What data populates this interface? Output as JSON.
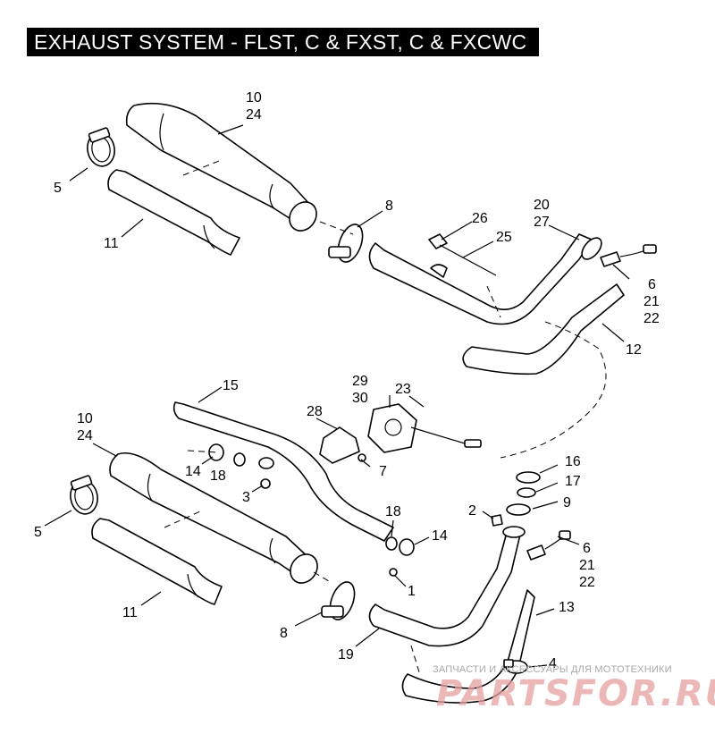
{
  "title": "EXHAUST SYSTEM - FLST, C & FXST, C & FXCWC",
  "callouts": [
    {
      "id": "c10a",
      "label": "10"
    },
    {
      "id": "c24a",
      "label": "24"
    },
    {
      "id": "c5a",
      "label": "5"
    },
    {
      "id": "c11a",
      "label": "11"
    },
    {
      "id": "c8a",
      "label": "8"
    },
    {
      "id": "c26",
      "label": "26"
    },
    {
      "id": "c25",
      "label": "25"
    },
    {
      "id": "c20",
      "label": "20"
    },
    {
      "id": "c27",
      "label": "27"
    },
    {
      "id": "c6a",
      "label": "6"
    },
    {
      "id": "c21a",
      "label": "21"
    },
    {
      "id": "c22a",
      "label": "22"
    },
    {
      "id": "c12",
      "label": "12"
    },
    {
      "id": "c15",
      "label": "15"
    },
    {
      "id": "c29",
      "label": "29"
    },
    {
      "id": "c30",
      "label": "30"
    },
    {
      "id": "c23",
      "label": "23"
    },
    {
      "id": "c28",
      "label": "28"
    },
    {
      "id": "c10b",
      "label": "10"
    },
    {
      "id": "c24b",
      "label": "24"
    },
    {
      "id": "c14a",
      "label": "14"
    },
    {
      "id": "c18a",
      "label": "18"
    },
    {
      "id": "c7",
      "label": "7"
    },
    {
      "id": "c3",
      "label": "3"
    },
    {
      "id": "c16",
      "label": "16"
    },
    {
      "id": "c17",
      "label": "17"
    },
    {
      "id": "c5b",
      "label": "5"
    },
    {
      "id": "c2",
      "label": "2"
    },
    {
      "id": "c9",
      "label": "9"
    },
    {
      "id": "c18b",
      "label": "18"
    },
    {
      "id": "c14b",
      "label": "14"
    },
    {
      "id": "c6b",
      "label": "6"
    },
    {
      "id": "c21b",
      "label": "21"
    },
    {
      "id": "c22b",
      "label": "22"
    },
    {
      "id": "c11b",
      "label": "11"
    },
    {
      "id": "c1",
      "label": "1"
    },
    {
      "id": "c13",
      "label": "13"
    },
    {
      "id": "c8b",
      "label": "8"
    },
    {
      "id": "c19",
      "label": "19"
    },
    {
      "id": "c4",
      "label": "4"
    }
  ],
  "watermark": {
    "text": "ЗАПЧАСТИ И АКСЕССУАРЫ ДЛЯ МОТОТЕХНИКИ",
    "logo": "PARTSFOR.RU"
  }
}
